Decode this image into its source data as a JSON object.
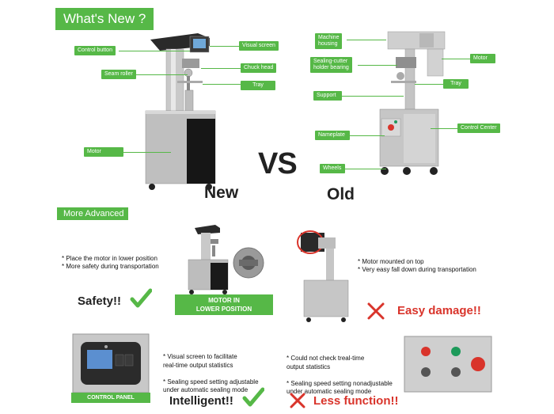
{
  "header": {
    "whats_new": "What's New ?",
    "more_advanced": "More Advanced"
  },
  "new_machine": {
    "title": "New",
    "labels": {
      "visual_screen": "Visual screen",
      "control_button": "Control button",
      "chuck_head": "Chuck head",
      "seam_roller": "Seam roller",
      "tray": "Tray",
      "motor": "Motor"
    }
  },
  "vs": "VS",
  "old_machine": {
    "title": "Old",
    "labels": {
      "machine_housing": "Machine\nhousing",
      "motor": "Motor",
      "sealing_cutter": "Sealing-cutter\nholder bearing",
      "tray": "Tray",
      "support": "Support",
      "control_center": "Control Center",
      "nameplate": "Nameplate",
      "wheels": "Wheels"
    }
  },
  "safety_row": {
    "new_bullets": [
      "* Place the motor in lower position",
      "* More safety during transportation"
    ],
    "new_caption": "MOTOR IN\nLOWER POSITION",
    "new_verdict": "Safety!!",
    "old_bullets": [
      "* Motor mounted on top",
      "* Very easy fall down during transportation"
    ],
    "old_verdict": "Easy damage!!"
  },
  "control_row": {
    "new_caption": "CONTROL PANEL",
    "new_bullets": [
      "* Visual screen to facilitate\nreal-time output statistics",
      "* Sealing speed setting adjustable\nunder automatic sealing mode"
    ],
    "new_verdict": "Intelligent!!",
    "old_bullets": [
      "* Could not check treal-time\n output statistics",
      "* Sealing speed setting nonadjustable\nunder automatic sealing mode"
    ],
    "old_verdict": "Less function!!"
  },
  "colors": {
    "accent_green": "#56b847",
    "cross_red": "#d9342b",
    "verdict_red": "#d9342b"
  }
}
